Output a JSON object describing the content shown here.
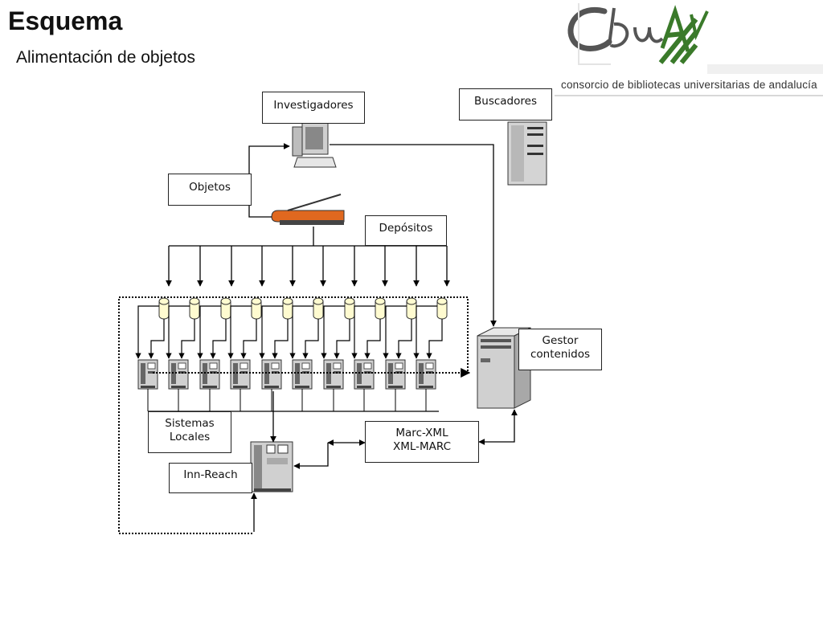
{
  "header": {
    "title": "Esquema",
    "subtitle": "Alimentación de objetos"
  },
  "logo": {
    "tagline": "consorcio de bibliotecas universitarias de andalucía"
  },
  "diagram": {
    "nodes": {
      "investigadores": "Investigadores",
      "buscadores": "Buscadores",
      "objetos": "Objetos",
      "depositos": "Depósitos",
      "gestor_line1": "Gestor",
      "gestor_line2": "contenidos",
      "sistemas_line1": "Sistemas",
      "sistemas_line2": "Locales",
      "marc_line1": "Marc-XML",
      "marc_line2": "XML-MARC",
      "inn_reach": "Inn-Reach"
    },
    "colors": {
      "line": "#000000",
      "scanner": "#e0681f",
      "server": "#c8c8c8"
    }
  }
}
